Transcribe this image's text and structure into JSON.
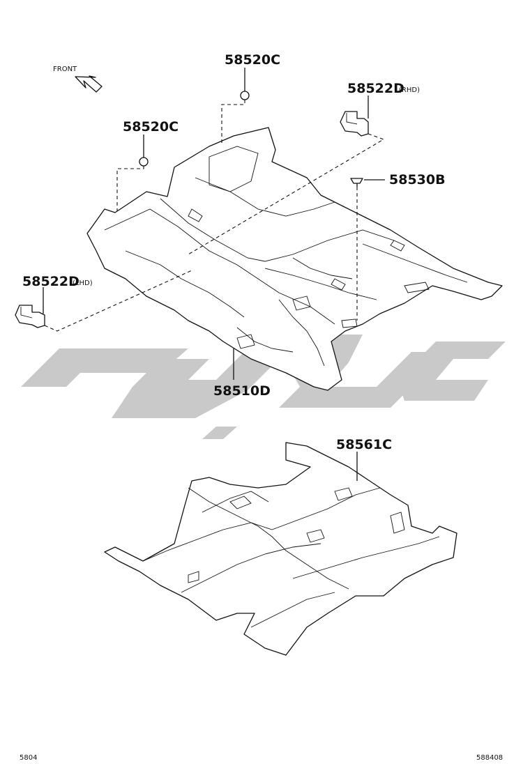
{
  "diagram": {
    "front_label": "FRONT",
    "parts": [
      {
        "code": "58520C"
      },
      {
        "code": "58520C"
      },
      {
        "code": "58522D",
        "note": "(RHD)"
      },
      {
        "code": "58530B"
      },
      {
        "code": "58522D",
        "note": "(LHD)"
      },
      {
        "code": "58510D"
      },
      {
        "code": "58561C"
      }
    ],
    "footer_left": "5804",
    "footer_right": "588408"
  }
}
